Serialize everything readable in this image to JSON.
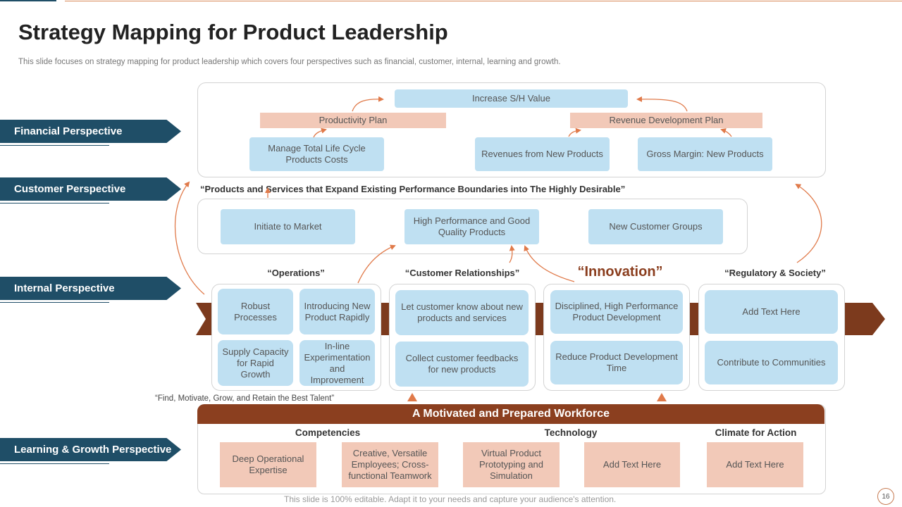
{
  "slide": {
    "title": "Strategy Mapping for Product Leadership",
    "subtitle": "This slide focuses on strategy mapping for product leadership which covers four perspectives such as financial, customer, internal, learning and growth.",
    "footer": "This slide is 100% editable. Adapt it to your needs and capture your audience's attention.",
    "page_number": "16"
  },
  "perspectives": {
    "financial": "Financial Perspective",
    "customer": "Customer Perspective",
    "internal": "Internal Perspective",
    "learning": "Learning & Growth Perspective"
  },
  "financial": {
    "increase_value": "Increase S/H Value",
    "productivity_plan": "Productivity Plan",
    "revenue_plan": "Revenue  Development  Plan",
    "manage_costs": "Manage Total Life Cycle Products Costs",
    "revenues_new": "Revenues  from New Products",
    "gross_margin": "Gross Margin: New Products"
  },
  "customer": {
    "quote": "“Products and Services that Expand Existing Performance Boundaries into The Highly Desirable”",
    "initiate": "Initiate to Market",
    "high_perf": "High Performance  and Good Quality Products",
    "new_groups": "New Customer Groups"
  },
  "internal": {
    "operations_label": "“Operations”",
    "relationships_label": "“Customer Relationships”",
    "innovation_label": "“Innovation”",
    "regulatory_label": "“Regulatory & Society”",
    "operations": [
      "Robust Processes",
      "Introducing New Product Rapidly",
      "Supply Capacity for Rapid Growth",
      "In-line Experimentation and Improvement"
    ],
    "relationships": [
      "Let customer know about new products and services",
      "Collect customer feedbacks for new products"
    ],
    "innovation": [
      "Disciplined, High Performance Product Development",
      "Reduce Product Development  Time"
    ],
    "regulatory": [
      "Add Text Here",
      "Contribute to Communities"
    ]
  },
  "learning": {
    "talent_quote": "“Find, Motivate,  Grow, and Retain the Best Talent”",
    "workforce": "A Motivated and Prepared Workforce",
    "competencies": "Competencies",
    "technology": "Technology",
    "climate": "Climate for Action",
    "boxes": [
      "Deep Operational Expertise",
      "Creative,  Versatile Employees; Cross-functional Teamwork",
      "Virtual Product Prototyping and Simulation",
      "Add Text Here",
      "Add Text Here"
    ]
  },
  "colors": {
    "navy": "#1f4e67",
    "light_blue": "#bfe0f2",
    "salmon": "#f2c9b8",
    "brown": "#8b3f1f",
    "arrow_orange": "#e07a4a"
  }
}
